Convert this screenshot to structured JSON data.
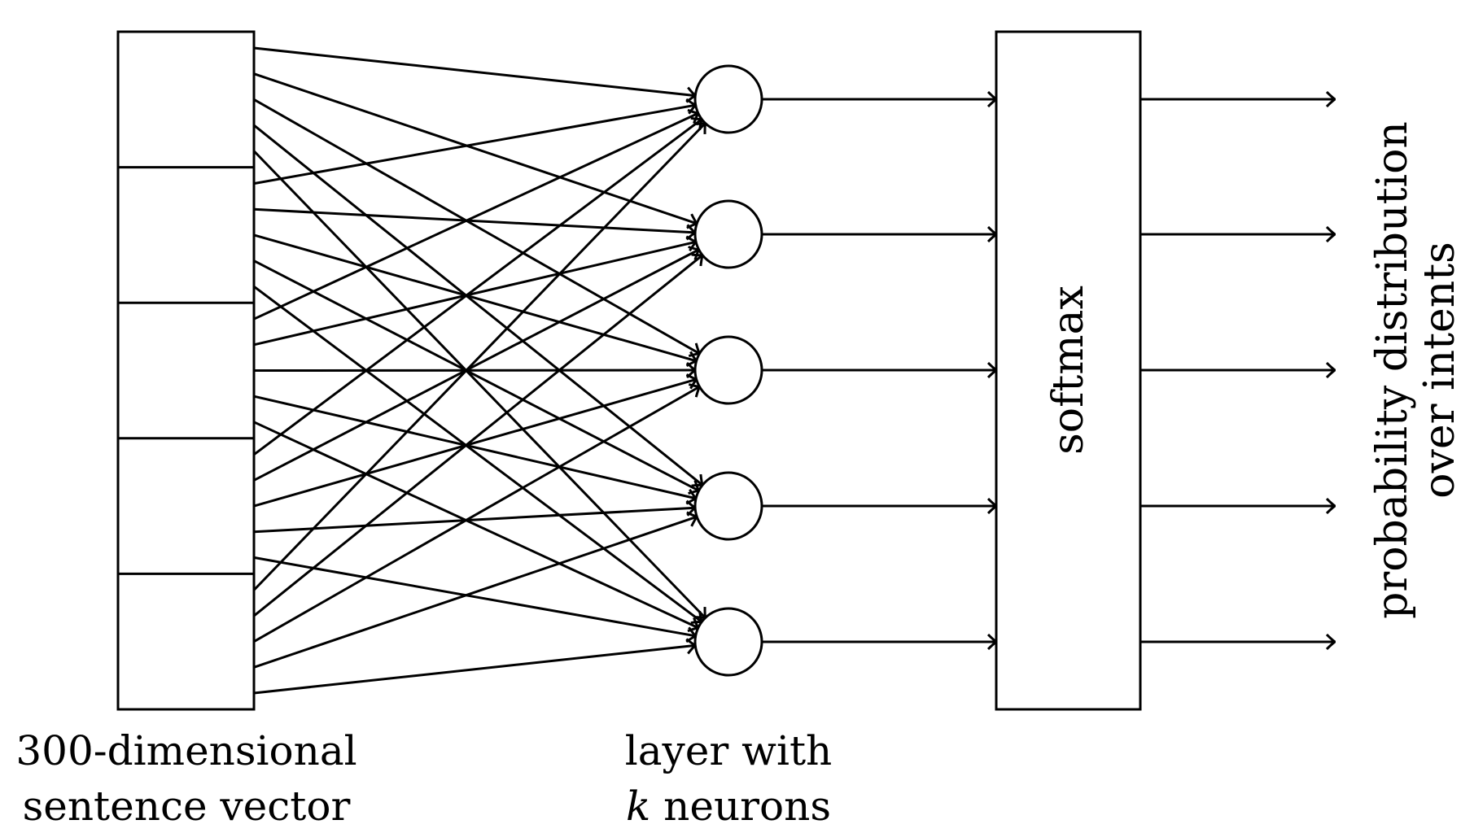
{
  "diagram": {
    "input": {
      "label_line1": "300-dimensional",
      "label_line2": "sentence vector",
      "cells": 5
    },
    "hidden": {
      "label_line1": "layer with",
      "label_line2_var": "k",
      "label_line2_rest": " neurons",
      "neurons": 5
    },
    "softmax": {
      "label": "softmax"
    },
    "output": {
      "label_line1": "probability distribution",
      "label_line2": "over intents",
      "arrows": 5
    },
    "stroke_color": "#000000"
  }
}
